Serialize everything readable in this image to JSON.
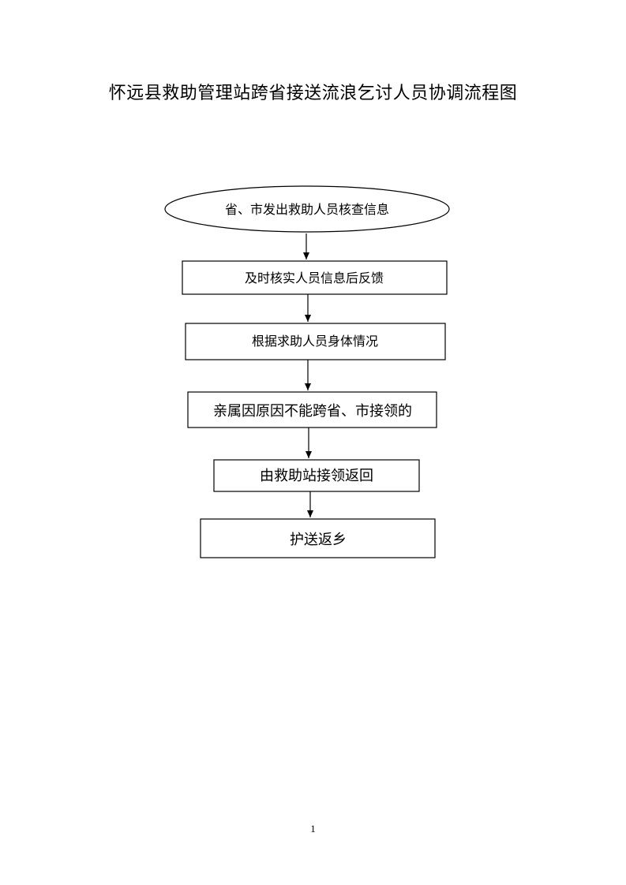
{
  "title": "怀远县救助管理站跨省接送流浪乞讨人员协调流程图",
  "nodes": [
    {
      "id": "n1",
      "label": "省、市发出救助人员核查信息"
    },
    {
      "id": "n2",
      "label": "及时核实人员信息后反馈"
    },
    {
      "id": "n3",
      "label": "根据求助人员身体情况"
    },
    {
      "id": "n4",
      "label": "亲属因原因不能跨省、市接领的"
    },
    {
      "id": "n5",
      "label": "由救助站接领返回"
    },
    {
      "id": "n6",
      "label": "护送返乡"
    }
  ],
  "edges": [
    {
      "from": "n1",
      "to": "n2"
    },
    {
      "from": "n2",
      "to": "n3"
    },
    {
      "from": "n3",
      "to": "n4"
    },
    {
      "from": "n4",
      "to": "n5"
    },
    {
      "from": "n5",
      "to": "n6"
    }
  ],
  "page_number": "1"
}
